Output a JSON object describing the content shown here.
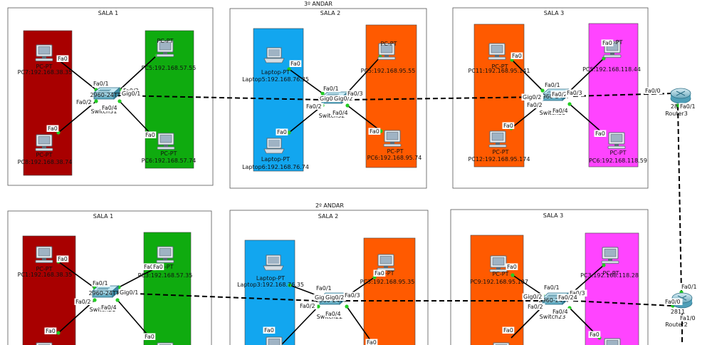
{
  "floors": [
    {
      "label": "3º ANDAR",
      "rooms": [
        {
          "title": "SALA 1",
          "segments": [
            {
              "color": "#a80000"
            },
            {
              "color": "#0fab0f"
            }
          ],
          "switch": {
            "label": "Switch31",
            "model": "2960-24TT"
          },
          "devices": [
            {
              "type": "pc",
              "name": "PC7",
              "label": "PC7:192.168.38.35",
              "model": "PC-PT"
            },
            {
              "type": "pc",
              "name": "PC8",
              "label": "PC8:192.168.38.74",
              "model": "PC-PT"
            },
            {
              "type": "pc",
              "name": "PC5",
              "label": "PC5:192.168.57.55",
              "model": "PC-PT"
            },
            {
              "type": "pc",
              "name": "PC6",
              "label": "PC6:192.168.57.74",
              "model": "PC-PT"
            }
          ],
          "ports": [
            "Fa0",
            "Fa0/1",
            "Fa0/2",
            "Fa0",
            "Fa0/3",
            "Gig0/1",
            "Fa0/4",
            "Fa0"
          ]
        },
        {
          "title": "SALA 2",
          "segments": [
            {
              "color": "#12a6ef"
            },
            {
              "color": "#ff5a00"
            }
          ],
          "switch": {
            "label": "Switch32",
            "model": "2960-24TT"
          },
          "devices": [
            {
              "type": "laptop",
              "name": "Laptop5",
              "label": "Laptop5:192.168.76.35",
              "model": "Laptop-PT"
            },
            {
              "type": "laptop",
              "name": "Laptop6",
              "label": "Laptop6:192.168.76.74",
              "model": "Laptop-PT"
            },
            {
              "type": "pc",
              "name": "PC5",
              "label": "PC5:192.168.95.55",
              "model": "PC-PT"
            },
            {
              "type": "pc",
              "name": "PC6",
              "label": "PC6:192.168.95.74",
              "model": "PC-PT"
            }
          ],
          "ports": [
            "Fa0",
            "Fa0/1",
            "Gig0",
            "Gig0/2",
            "Fa0/3",
            "Fa0/2",
            "Fa0/4",
            "Fa0",
            "Fa0"
          ]
        },
        {
          "title": "SALA 3",
          "segments": [
            {
              "color": "#ff5a00"
            },
            {
              "color": "#ff44ff"
            }
          ],
          "switch": {
            "label": "Switch33",
            "model": "2960-24TT"
          },
          "devices": [
            {
              "type": "pc",
              "name": "PC11",
              "label": "PC11:192.168.95.141",
              "model": "PC-PT"
            },
            {
              "type": "pc",
              "name": "PC12",
              "label": "PC12:192.168.95.174",
              "model": "PC-PT"
            },
            {
              "type": "pc",
              "name": "PC5",
              "label": "PC5:192.168.118.44",
              "model": "PC-PT"
            },
            {
              "type": "pc",
              "name": "PC6",
              "label": "PC6:192.168.118.59",
              "model": "PC-PT"
            }
          ],
          "ports": [
            "Fa0",
            "Fa0/1",
            "Gig0/2",
            "Fa0/24",
            "Fa0/3",
            "Fa0/2",
            "Fa0/4",
            "Fa0",
            "Fa0",
            "Fa0"
          ]
        }
      ]
    },
    {
      "label": "2º ANDAR",
      "rooms": [
        {
          "title": "SALA 1",
          "segments": [
            {
              "color": "#a80000"
            },
            {
              "color": "#0fab0f"
            }
          ],
          "switch": {
            "label": "Switch21",
            "model": "2960-24TT"
          },
          "devices": [
            {
              "type": "pc",
              "name": "PC1",
              "label": "PC1:192.168.38.35",
              "model": "PC-PT"
            },
            {
              "type": "pc",
              "name": "PC3",
              "label": "PC3:192.168.57.35",
              "model": "PC-PT"
            }
          ],
          "ports": [
            "Fa0",
            "Fa0/1",
            "Fa0/2",
            "Fa0",
            "Fa0/3",
            "Gig0/1",
            "Fa0/4",
            "Fa0",
            "Fa0"
          ]
        },
        {
          "title": "SALA 2",
          "segments": [
            {
              "color": "#12a6ef"
            },
            {
              "color": "#ff5a00"
            }
          ],
          "switch": {
            "label": "Switch22",
            "model": "2960-24TT"
          },
          "devices": [
            {
              "type": "laptop",
              "name": "Laptop3",
              "label": "Laptop3:192.168.76.35",
              "model": "Laptop-PT"
            },
            {
              "type": "pc",
              "name": "PC3",
              "label": "PC3:192.168.95.35",
              "model": "PC-PT"
            }
          ],
          "ports": [
            "Fa0/1",
            "Gig0",
            "Gig0/2",
            "Fa0/3",
            "Fa0/2",
            "Fa0/4",
            "Fa0",
            "Fa0",
            "Fa0"
          ]
        },
        {
          "title": "SALA 3",
          "segments": [
            {
              "color": "#ff5a00"
            },
            {
              "color": "#ff44ff"
            }
          ],
          "switch": {
            "label": "Switch23",
            "model": "2960-24TT"
          },
          "devices": [
            {
              "type": "pc",
              "name": "PC9",
              "label": "PC9:192.168.95.107",
              "model": "PC-PT"
            },
            {
              "type": "pc",
              "name": "PC3",
              "label": "PC3:192.168.118.28",
              "model": "PC-PT"
            }
          ],
          "ports": [
            "Fa0",
            "Fa0/1",
            "Gig0/2",
            "Fa0/3",
            "Fa0/24",
            "Fa0/2",
            "Fa0/4",
            "Fa0",
            "Fa0"
          ]
        }
      ]
    }
  ],
  "routers": [
    {
      "name": "Router3",
      "label": "Router3",
      "model": "2811",
      "ports": [
        "Fa0/0",
        "Fa0/1"
      ]
    },
    {
      "name": "Router2",
      "label": "Router2",
      "model": "2811",
      "ports": [
        "Fa0/1",
        "Fa0/0",
        "Fa1/0"
      ]
    }
  ],
  "colors": {
    "link": "#000000",
    "port_dot": "#22cc22",
    "box_border": "#555555"
  }
}
